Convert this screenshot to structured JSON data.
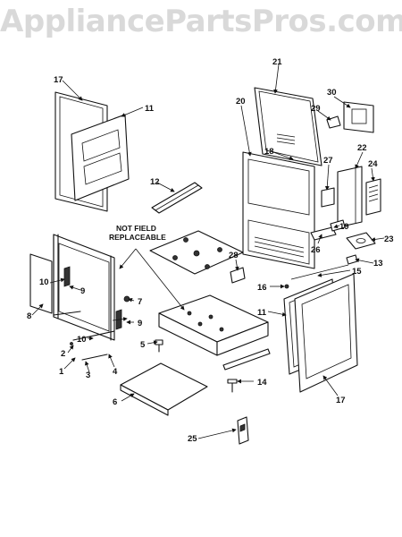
{
  "watermark": "AppliancePartsPros.com",
  "note": {
    "line1": "NOT FIELD",
    "line2": "REPLACEABLE"
  },
  "callouts": {
    "c1": "1",
    "c2": "2",
    "c3": "3",
    "c4": "4",
    "c5": "5",
    "c6": "6",
    "c7": "7",
    "c8": "8",
    "c9a": "9",
    "c9b": "9",
    "c10a": "10",
    "c10b": "10",
    "c11a": "11",
    "c11b": "11",
    "c12": "12",
    "c13": "13",
    "c14": "14",
    "c15": "15",
    "c16": "16",
    "c17a": "17",
    "c17b": "17",
    "c18": "18",
    "c19": "19",
    "c20": "20",
    "c21": "21",
    "c22": "22",
    "c23": "23",
    "c24": "24",
    "c25": "25",
    "c26": "26",
    "c27": "27",
    "c28": "28",
    "c29": "29",
    "c30": "30"
  }
}
